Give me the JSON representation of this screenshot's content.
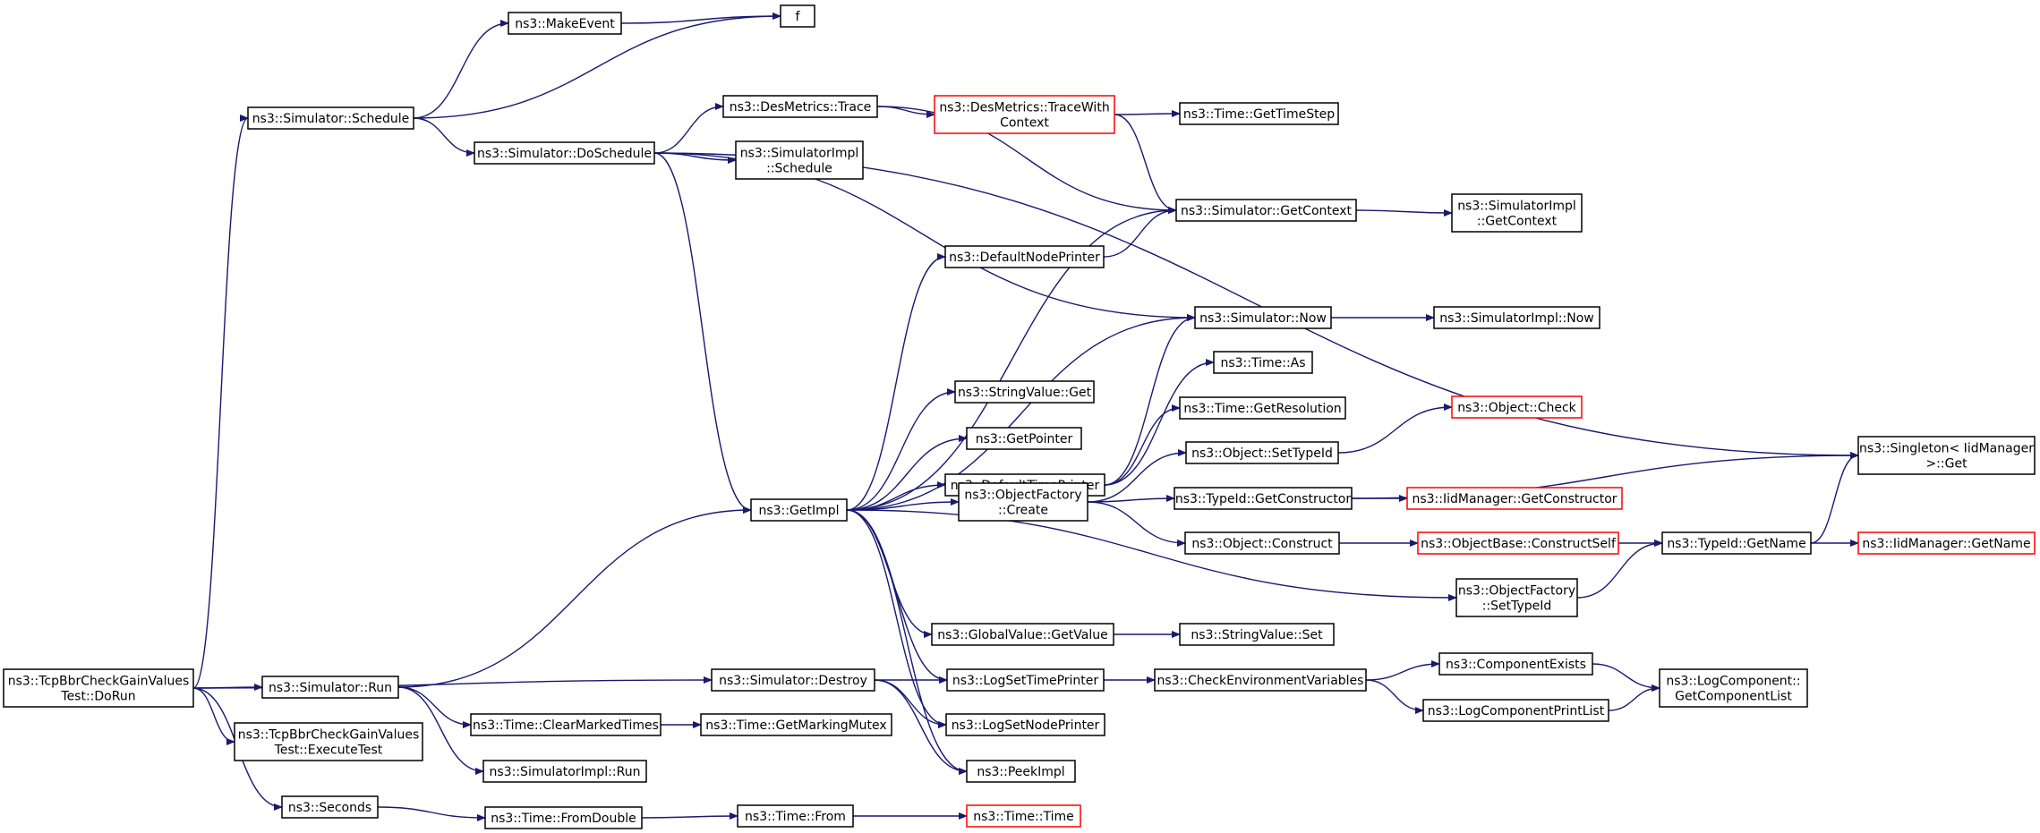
{
  "colors": {
    "edge": "#191970",
    "node_border": "#000000",
    "incomplete_border": "#ff0000",
    "root_fill": "#bfbfbf",
    "background": "#ffffff"
  },
  "nodes": [
    {
      "id": "root",
      "lines": [
        "ns3::TcpBbrCheckGainValues",
        "Test::DoRun"
      ],
      "style": "root"
    },
    {
      "id": "schedule",
      "lines": [
        "ns3::Simulator::Schedule"
      ],
      "style": "normal"
    },
    {
      "id": "makeevent",
      "lines": [
        "ns3::MakeEvent"
      ],
      "style": "normal"
    },
    {
      "id": "f",
      "lines": [
        "f"
      ],
      "style": "normal"
    },
    {
      "id": "doschedule",
      "lines": [
        "ns3::Simulator::DoSchedule"
      ],
      "style": "normal"
    },
    {
      "id": "desmetrics",
      "lines": [
        "ns3::DesMetrics::Trace"
      ],
      "style": "normal"
    },
    {
      "id": "tracewith",
      "lines": [
        "ns3::DesMetrics::TraceWith",
        "Context"
      ],
      "style": "incomplete"
    },
    {
      "id": "gettimestep",
      "lines": [
        "ns3::Time::GetTimeStep"
      ],
      "style": "normal"
    },
    {
      "id": "simimplschedule",
      "lines": [
        "ns3::SimulatorImpl",
        "::Schedule"
      ],
      "style": "normal"
    },
    {
      "id": "getcontext",
      "lines": [
        "ns3::Simulator::GetContext"
      ],
      "style": "normal"
    },
    {
      "id": "simimplgetcontext",
      "lines": [
        "ns3::SimulatorImpl",
        "::GetContext"
      ],
      "style": "normal"
    },
    {
      "id": "defaultnodeprinter",
      "lines": [
        "ns3::DefaultNodePrinter"
      ],
      "style": "normal"
    },
    {
      "id": "now",
      "lines": [
        "ns3::Simulator::Now"
      ],
      "style": "normal"
    },
    {
      "id": "simimplnow",
      "lines": [
        "ns3::SimulatorImpl::Now"
      ],
      "style": "normal"
    },
    {
      "id": "timeas",
      "lines": [
        "ns3::Time::As"
      ],
      "style": "normal"
    },
    {
      "id": "stringvalueget",
      "lines": [
        "ns3::StringValue::Get"
      ],
      "style": "normal"
    },
    {
      "id": "getresolution",
      "lines": [
        "ns3::Time::GetResolution"
      ],
      "style": "normal"
    },
    {
      "id": "objectcheck",
      "lines": [
        "ns3::Object::Check"
      ],
      "style": "incomplete"
    },
    {
      "id": "getpointer",
      "lines": [
        "ns3::GetPointer"
      ],
      "style": "normal"
    },
    {
      "id": "settypeid",
      "lines": [
        "ns3::Object::SetTypeId"
      ],
      "style": "normal"
    },
    {
      "id": "singleton",
      "lines": [
        "ns3::Singleton< IidManager",
        " >::Get"
      ],
      "style": "normal"
    },
    {
      "id": "defaulttimeprinter",
      "lines": [
        "ns3::DefaultTimePrinter"
      ],
      "style": "normal"
    },
    {
      "id": "getimpl",
      "lines": [
        "ns3::GetImpl"
      ],
      "style": "normal"
    },
    {
      "id": "typeidgetconstructor",
      "lines": [
        "ns3::TypeId::GetConstructor"
      ],
      "style": "normal"
    },
    {
      "id": "iidgetconstructor",
      "lines": [
        "ns3::IidManager::GetConstructor"
      ],
      "style": "incomplete"
    },
    {
      "id": "objfactorycreate",
      "lines": [
        "ns3::ObjectFactory",
        "::Create"
      ],
      "style": "normal"
    },
    {
      "id": "objectconstruct",
      "lines": [
        "ns3::Object::Construct"
      ],
      "style": "normal"
    },
    {
      "id": "constructself",
      "lines": [
        "ns3::ObjectBase::ConstructSelf"
      ],
      "style": "incomplete"
    },
    {
      "id": "typeidgetname",
      "lines": [
        "ns3::TypeId::GetName"
      ],
      "style": "normal"
    },
    {
      "id": "iidgetname",
      "lines": [
        "ns3::IidManager::GetName"
      ],
      "style": "incomplete"
    },
    {
      "id": "objfactorysettypeid",
      "lines": [
        "ns3::ObjectFactory",
        "::SetTypeId"
      ],
      "style": "normal"
    },
    {
      "id": "globalvalueget",
      "lines": [
        "ns3::GlobalValue::GetValue"
      ],
      "style": "normal"
    },
    {
      "id": "stringvalueset",
      "lines": [
        "ns3::StringValue::Set"
      ],
      "style": "normal"
    },
    {
      "id": "run",
      "lines": [
        "ns3::Simulator::Run"
      ],
      "style": "normal"
    },
    {
      "id": "destroy",
      "lines": [
        "ns3::Simulator::Destroy"
      ],
      "style": "normal"
    },
    {
      "id": "logsettimeprinter",
      "lines": [
        "ns3::LogSetTimePrinter"
      ],
      "style": "normal"
    },
    {
      "id": "checkenv",
      "lines": [
        "ns3::CheckEnvironmentVariables"
      ],
      "style": "normal"
    },
    {
      "id": "componentexists",
      "lines": [
        "ns3::ComponentExists"
      ],
      "style": "normal"
    },
    {
      "id": "logcomponentlist",
      "lines": [
        "ns3::LogComponent::",
        "GetComponentList"
      ],
      "style": "normal"
    },
    {
      "id": "logcomponentprintlist",
      "lines": [
        "ns3::LogComponentPrintList"
      ],
      "style": "normal"
    },
    {
      "id": "executetest",
      "lines": [
        "ns3::TcpBbrCheckGainValues",
        "Test::ExecuteTest"
      ],
      "style": "normal"
    },
    {
      "id": "clearmarkedtimes",
      "lines": [
        "ns3::Time::ClearMarkedTimes"
      ],
      "style": "normal"
    },
    {
      "id": "getmarkingmutex",
      "lines": [
        "ns3::Time::GetMarkingMutex"
      ],
      "style": "normal"
    },
    {
      "id": "logsetnodeprinter",
      "lines": [
        "ns3::LogSetNodePrinter"
      ],
      "style": "normal"
    },
    {
      "id": "simimplrun",
      "lines": [
        "ns3::SimulatorImpl::Run"
      ],
      "style": "normal"
    },
    {
      "id": "peekimpl",
      "lines": [
        "ns3::PeekImpl"
      ],
      "style": "normal"
    },
    {
      "id": "seconds",
      "lines": [
        "ns3::Seconds"
      ],
      "style": "normal"
    },
    {
      "id": "fromdouble",
      "lines": [
        "ns3::Time::FromDouble"
      ],
      "style": "normal"
    },
    {
      "id": "timefrom",
      "lines": [
        "ns3::Time::From"
      ],
      "style": "normal"
    },
    {
      "id": "timetime",
      "lines": [
        "ns3::Time::Time"
      ],
      "style": "incomplete"
    }
  ],
  "edges": [
    [
      "root",
      "schedule"
    ],
    [
      "root",
      "run"
    ],
    [
      "root",
      "destroy"
    ],
    [
      "root",
      "executetest"
    ],
    [
      "root",
      "seconds"
    ],
    [
      "schedule",
      "makeevent"
    ],
    [
      "schedule",
      "f"
    ],
    [
      "schedule",
      "doschedule"
    ],
    [
      "makeevent",
      "f"
    ],
    [
      "doschedule",
      "desmetrics"
    ],
    [
      "doschedule",
      "simimplschedule"
    ],
    [
      "doschedule",
      "singleton"
    ],
    [
      "doschedule",
      "now"
    ],
    [
      "doschedule",
      "getimpl"
    ],
    [
      "desmetrics",
      "tracewith"
    ],
    [
      "desmetrics",
      "getcontext"
    ],
    [
      "tracewith",
      "gettimestep"
    ],
    [
      "tracewith",
      "getcontext"
    ],
    [
      "getcontext",
      "simimplgetcontext"
    ],
    [
      "defaultnodeprinter",
      "getcontext"
    ],
    [
      "now",
      "simimplnow"
    ],
    [
      "defaulttimeprinter",
      "now"
    ],
    [
      "defaulttimeprinter",
      "timeas"
    ],
    [
      "defaulttimeprinter",
      "getresolution"
    ],
    [
      "settypeid",
      "objectcheck"
    ],
    [
      "getimpl",
      "defaultnodeprinter"
    ],
    [
      "getimpl",
      "getcontext"
    ],
    [
      "getimpl",
      "now"
    ],
    [
      "getimpl",
      "stringvalueget"
    ],
    [
      "getimpl",
      "getpointer"
    ],
    [
      "getimpl",
      "defaulttimeprinter"
    ],
    [
      "getimpl",
      "objfactorycreate"
    ],
    [
      "getimpl",
      "objfactorysettypeid"
    ],
    [
      "getimpl",
      "globalvalueget"
    ],
    [
      "getimpl",
      "logsettimeprinter"
    ],
    [
      "getimpl",
      "logsetnodeprinter"
    ],
    [
      "getimpl",
      "peekimpl"
    ],
    [
      "objfactorycreate",
      "settypeid"
    ],
    [
      "objfactorycreate",
      "typeidgetconstructor"
    ],
    [
      "objfactorycreate",
      "objectconstruct"
    ],
    [
      "typeidgetconstructor",
      "iidgetconstructor"
    ],
    [
      "typeidgetconstructor",
      "singleton"
    ],
    [
      "objectconstruct",
      "constructself"
    ],
    [
      "constructself",
      "typeidgetname"
    ],
    [
      "typeidgetname",
      "iidgetname"
    ],
    [
      "typeidgetname",
      "singleton"
    ],
    [
      "objfactorysettypeid",
      "typeidgetname"
    ],
    [
      "globalvalueget",
      "stringvalueset"
    ],
    [
      "run",
      "getimpl"
    ],
    [
      "run",
      "clearmarkedtimes"
    ],
    [
      "run",
      "simimplrun"
    ],
    [
      "destroy",
      "logsettimeprinter"
    ],
    [
      "destroy",
      "logsetnodeprinter"
    ],
    [
      "destroy",
      "peekimpl"
    ],
    [
      "logsettimeprinter",
      "checkenv"
    ],
    [
      "checkenv",
      "componentexists"
    ],
    [
      "checkenv",
      "logcomponentprintlist"
    ],
    [
      "componentexists",
      "logcomponentlist"
    ],
    [
      "logcomponentprintlist",
      "logcomponentlist"
    ],
    [
      "clearmarkedtimes",
      "getmarkingmutex"
    ],
    [
      "seconds",
      "fromdouble"
    ],
    [
      "fromdouble",
      "timefrom"
    ],
    [
      "timefrom",
      "timetime"
    ]
  ]
}
